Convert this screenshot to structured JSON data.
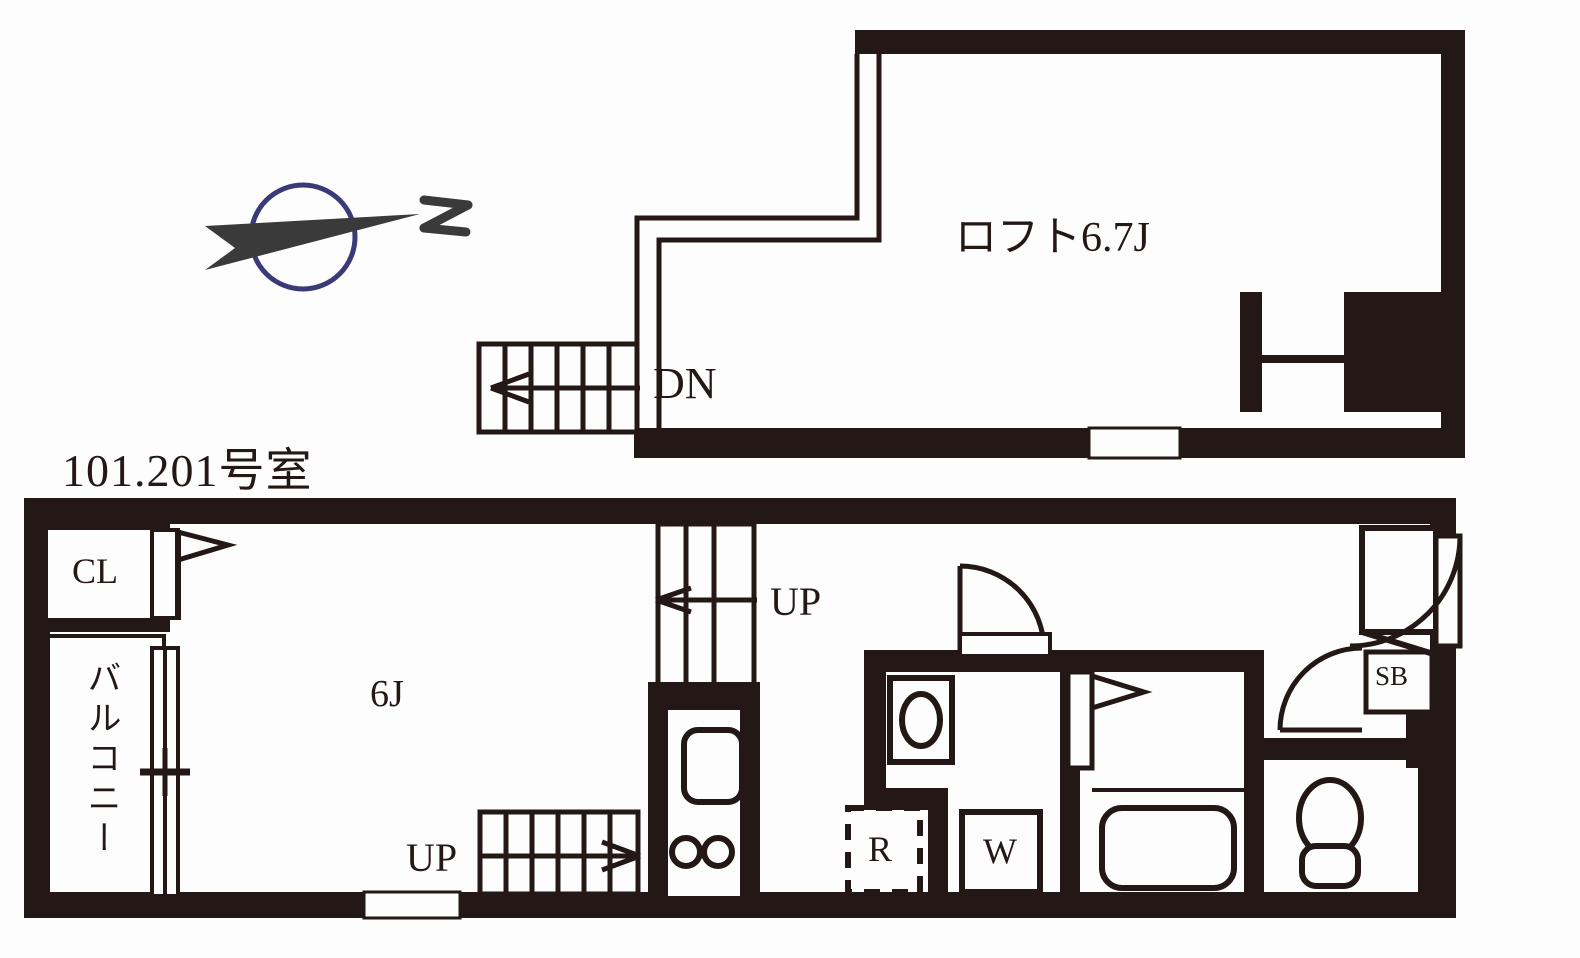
{
  "plan": {
    "unit_label": "101.201号室",
    "wall_color": "#231815",
    "background_color": "#fdfdfd",
    "compass_circle_color": "#3b3a78",
    "compass_needle_color": "#3a3a3a",
    "compass_letter": "N"
  },
  "loft_floor": {
    "room_label": "ロフト6.7J",
    "stair_label": "DN",
    "stair_direction": "down-left"
  },
  "main_floor": {
    "room_label": "6J",
    "balcony_label": "バルコニー",
    "closet_label": "CL",
    "shoebox_label": "SB",
    "refrigerator_label": "R",
    "washer_label": "W",
    "stair_label_upper": "UP",
    "stair_label_lower": "UP"
  },
  "fixtures": {
    "sink": "kitchen-sink",
    "burners": "gas-burners",
    "bathtub": "bathtub",
    "vanity": "vanity-basin",
    "toilet": "toilet"
  }
}
